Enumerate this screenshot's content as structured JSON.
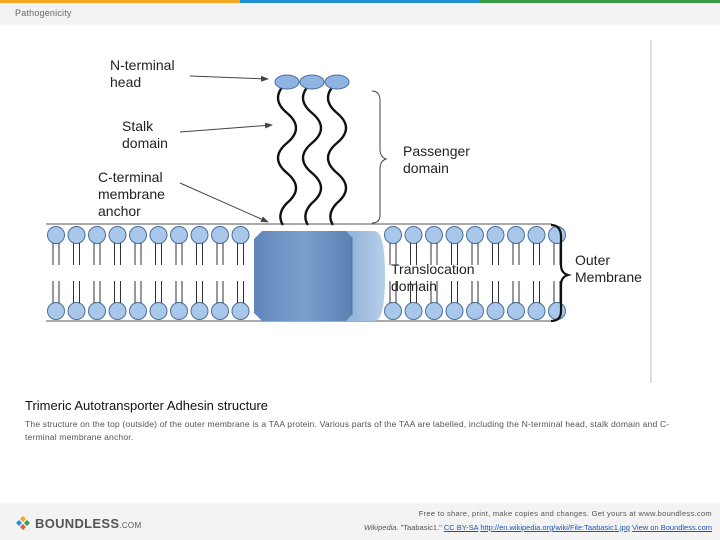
{
  "header": {
    "title": "Pathogenicity",
    "accent_colors": [
      "#f5a623",
      "#1f8fd6",
      "#3a9a45"
    ]
  },
  "diagram": {
    "labels": {
      "n_terminal": [
        "N-terminal",
        "head"
      ],
      "stalk": [
        "Stalk",
        "domain"
      ],
      "c_terminal": [
        "C-terminal",
        "membrane",
        "anchor"
      ],
      "passenger": [
        "Passenger",
        "domain"
      ],
      "translocation": [
        "Translocation",
        "domain"
      ],
      "outer": [
        "Outer",
        "Membrane"
      ]
    },
    "colors": {
      "protein_block": "#6f96c6",
      "head_beads": "#8db4e2",
      "lipid_heads": "#a9c7ea"
    }
  },
  "caption": {
    "title": "Trimeric Autotransporter Adhesin structure",
    "text": "The structure on the top (outside) of the outer membrane is a TAA protein. Various parts of the TAA are labelled, including the N-terminal head, stalk domain and C-terminal membrane anchor."
  },
  "footer": {
    "logo_main": "BOUNDLESS",
    "logo_suffix": ".COM",
    "share_text": "Free to share, print, make copies and changes. Get yours at www.boundless.com",
    "attribution_source": "Wikipedia.",
    "attribution_title": " \"Taabasic1.\" ",
    "license": "CC BY-SA",
    "url": "http://en.wikipedia.org/wiki/File:Taabasic1.jpg",
    "view_link": "View on Boundless.com"
  }
}
